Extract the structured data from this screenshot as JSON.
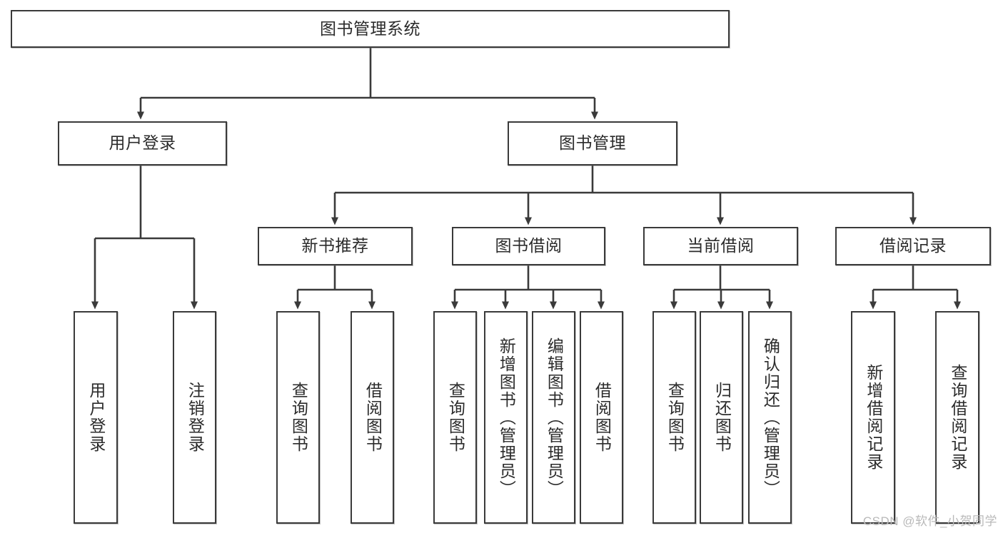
{
  "diagram": {
    "title": "图书管理系统",
    "type": "tree",
    "root": {
      "id": "root",
      "label": "图书管理系统"
    },
    "level2": [
      {
        "id": "user-login",
        "label": "用户登录"
      },
      {
        "id": "book-manage",
        "label": "图书管理"
      }
    ],
    "level3": [
      {
        "id": "new-book-rec",
        "label": "新书推荐",
        "parent": "book-manage"
      },
      {
        "id": "book-borrow",
        "label": "图书借阅",
        "parent": "book-manage"
      },
      {
        "id": "current-borrow",
        "label": "当前借阅",
        "parent": "book-manage"
      },
      {
        "id": "borrow-record",
        "label": "借阅记录",
        "parent": "book-manage"
      }
    ],
    "leaves": [
      {
        "id": "leaf-user-login",
        "label": "用户登录",
        "parent": "user-login"
      },
      {
        "id": "leaf-user-logout",
        "label": "注销登录",
        "parent": "user-login"
      },
      {
        "id": "leaf-rec-query-book",
        "label": "查询图书",
        "parent": "new-book-rec"
      },
      {
        "id": "leaf-rec-borrow-book",
        "label": "借阅图书",
        "parent": "new-book-rec"
      },
      {
        "id": "leaf-borrow-query-book",
        "label": "查询图书",
        "parent": "book-borrow"
      },
      {
        "id": "leaf-borrow-add-book",
        "label": "新增图书（管理员）",
        "parent": "book-borrow"
      },
      {
        "id": "leaf-borrow-edit-book",
        "label": "编辑图书（管理员）",
        "parent": "book-borrow"
      },
      {
        "id": "leaf-borrow-borrow-book",
        "label": "借阅图书",
        "parent": "book-borrow"
      },
      {
        "id": "leaf-cur-query-book",
        "label": "查询图书",
        "parent": "current-borrow"
      },
      {
        "id": "leaf-cur-return-book",
        "label": "归还图书",
        "parent": "current-borrow"
      },
      {
        "id": "leaf-cur-confirm-return",
        "label": "确认归还（管理员）",
        "parent": "current-borrow"
      },
      {
        "id": "leaf-rec-add-record",
        "label": "新增借阅记录",
        "parent": "borrow-record"
      },
      {
        "id": "leaf-rec-query-record",
        "label": "查询借阅记录",
        "parent": "borrow-record"
      }
    ]
  },
  "watermark": {
    "text": "CSDN @软件_小贺同学"
  },
  "colors": {
    "stroke": "#3a3a3a",
    "box_fill": "#ffffff",
    "text": "#2b2b2b",
    "watermark": "#b9b9b9",
    "background": "#ffffff"
  }
}
